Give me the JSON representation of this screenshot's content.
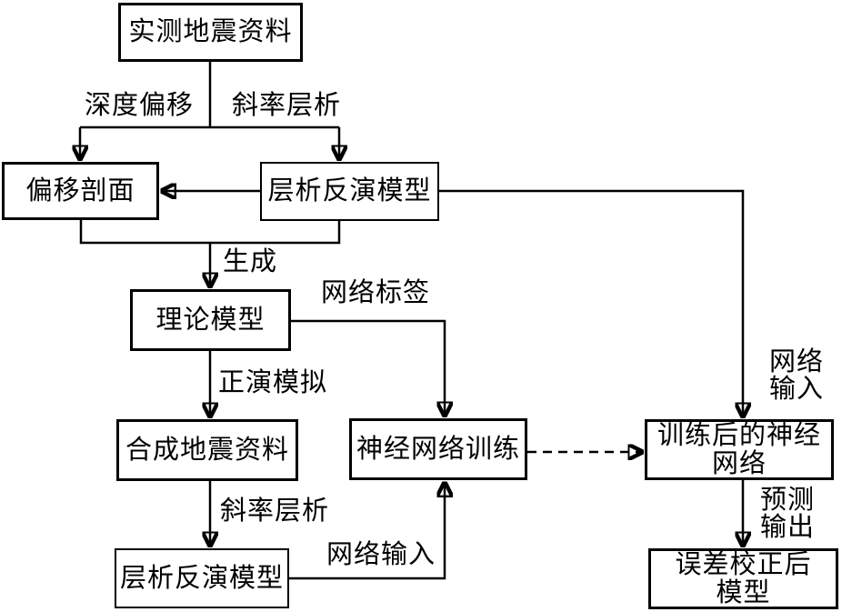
{
  "diagram": {
    "title": "seismic-tomography-neural-network-flowchart",
    "colors": {
      "line": "#000000",
      "box_fill": "#ffffff",
      "background": "#ffffff",
      "text": "#000000"
    },
    "nodes": {
      "measured": {
        "label": "实测地震资料"
      },
      "profile": {
        "label": "偏移剖面"
      },
      "tomo_top": {
        "label": "层析反演模型"
      },
      "theory": {
        "label": "理论模型"
      },
      "synthetic": {
        "label": "合成地震资料"
      },
      "tomo_bottom": {
        "label": "层析反演模型"
      },
      "nn_training": {
        "label": "神经网络训练"
      },
      "trained_nn": {
        "label": "训练后的神经\n网络"
      },
      "err_model": {
        "label": "误差校正后\n模型"
      }
    },
    "edge_labels": {
      "depth_migration": "深度偏移",
      "slope_tomography_top": "斜率层析",
      "generate": "生成",
      "network_label": "网络标签",
      "forward_modeling": "正演模拟",
      "slope_tomography_bottom": "斜率层析",
      "network_input_bottom": "网络输入",
      "network_input_right": "网络\n输入",
      "prediction_output": "预测\n输出"
    }
  }
}
